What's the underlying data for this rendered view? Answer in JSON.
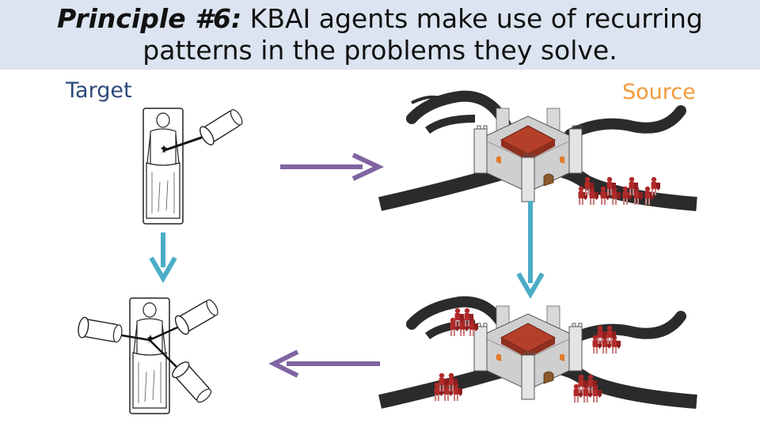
{
  "header": {
    "title_bold": "Principle #6:",
    "title_rest_line1": " KBAI agents make use of recurring",
    "title_line2": "patterns in the problems they solve."
  },
  "labels": {
    "target": "Target",
    "source": "Source"
  },
  "colors": {
    "header_bg": "#dbe4f0",
    "target_label": "#2e4a7a",
    "source_label": "#f29a3b",
    "arrow_purple": "#8064a2",
    "arrow_blue": "#4bacc6",
    "road": "#2b2b2b",
    "castle_wall": "#cfcfcf",
    "castle_roof": "#b5402a",
    "soldier": "#b22a2a"
  },
  "icons": [
    "patient-on-bed-single-ray-icon",
    "patient-on-bed-multi-ray-icon",
    "castle-army-single-icon",
    "castle-army-surround-icon"
  ]
}
